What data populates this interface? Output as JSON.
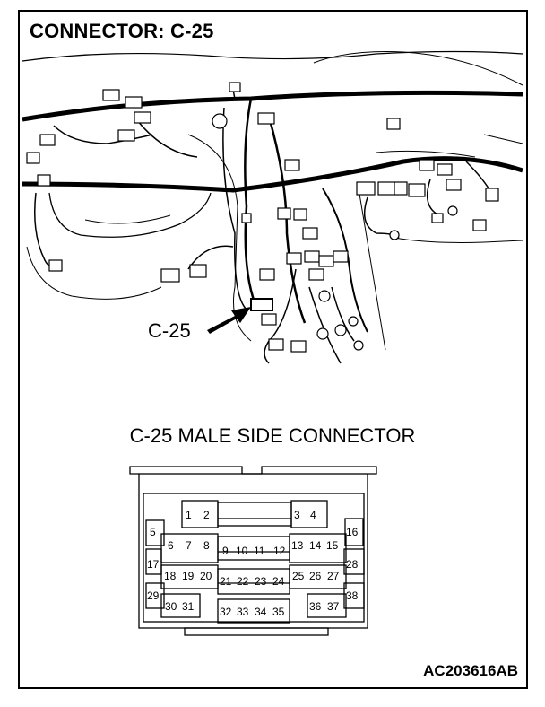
{
  "diagram": {
    "title": "CONNECTOR: C-25",
    "callout_label": "C-25",
    "subtitle": "C-25 MALE SIDE CONNECTOR",
    "figure_code": "AC203616AB",
    "pins": [
      "1",
      "2",
      "3",
      "4",
      "5",
      "6",
      "7",
      "8",
      "9",
      "10",
      "11",
      "12",
      "13",
      "14",
      "15",
      "16",
      "17",
      "18",
      "19",
      "20",
      "21",
      "22",
      "23",
      "24",
      "25",
      "26",
      "27",
      "28",
      "29",
      "30",
      "31",
      "32",
      "33",
      "34",
      "35",
      "36",
      "37",
      "38"
    ]
  }
}
